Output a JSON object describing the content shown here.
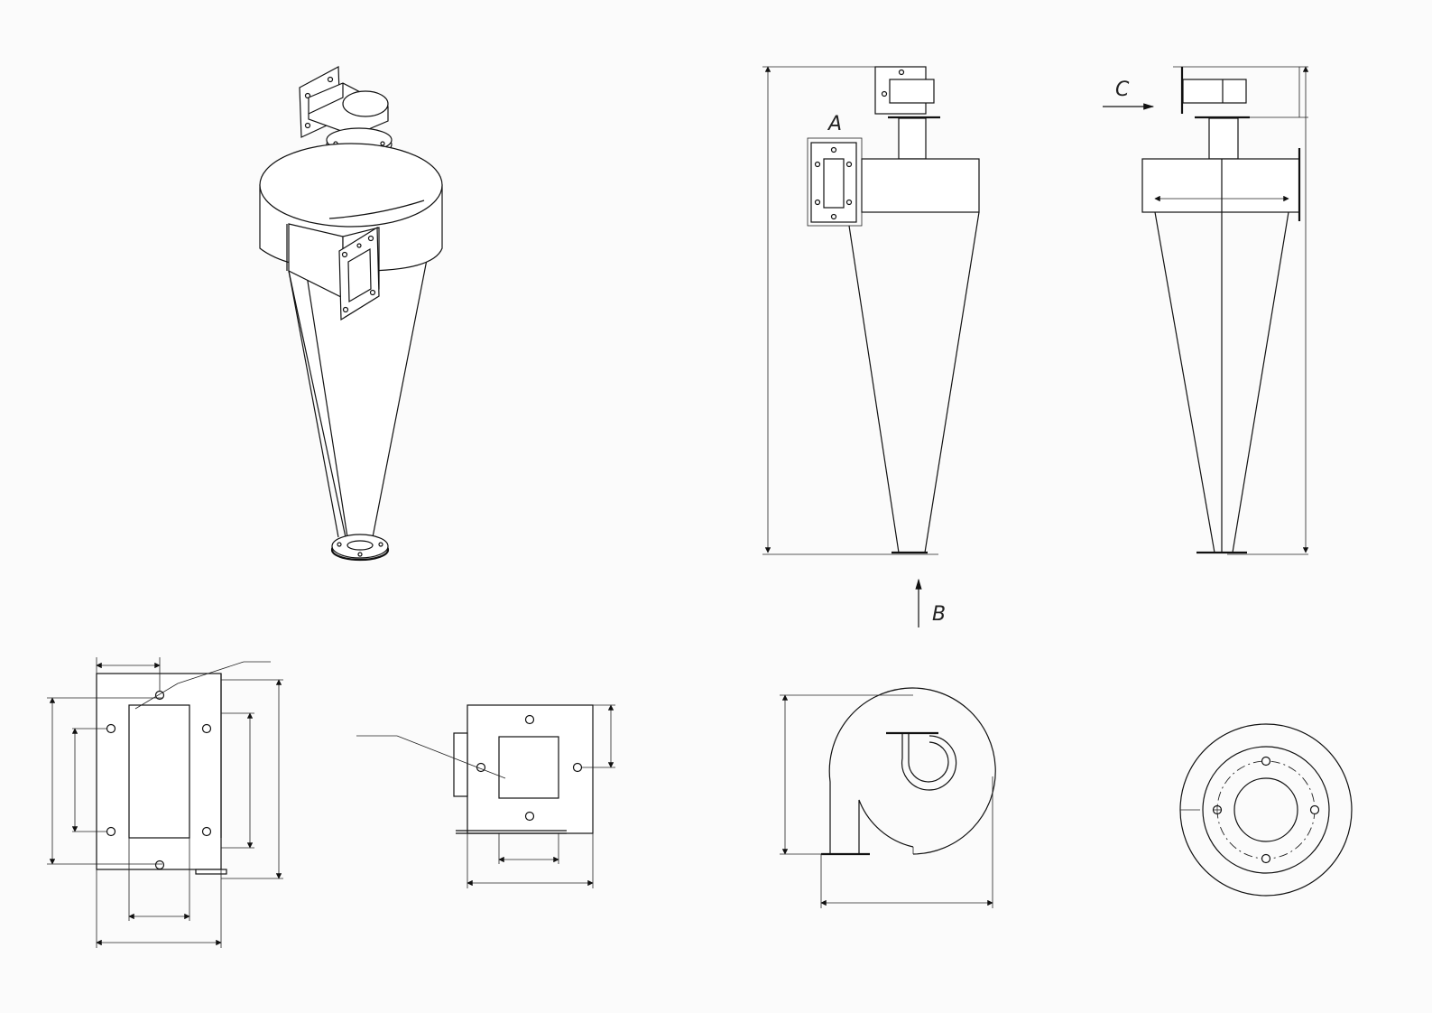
{
  "labels": {
    "view_a": "A",
    "view_b": "B",
    "view_c": "C"
  },
  "colors": {
    "line": "#111111",
    "background": "#fbfbfb"
  }
}
